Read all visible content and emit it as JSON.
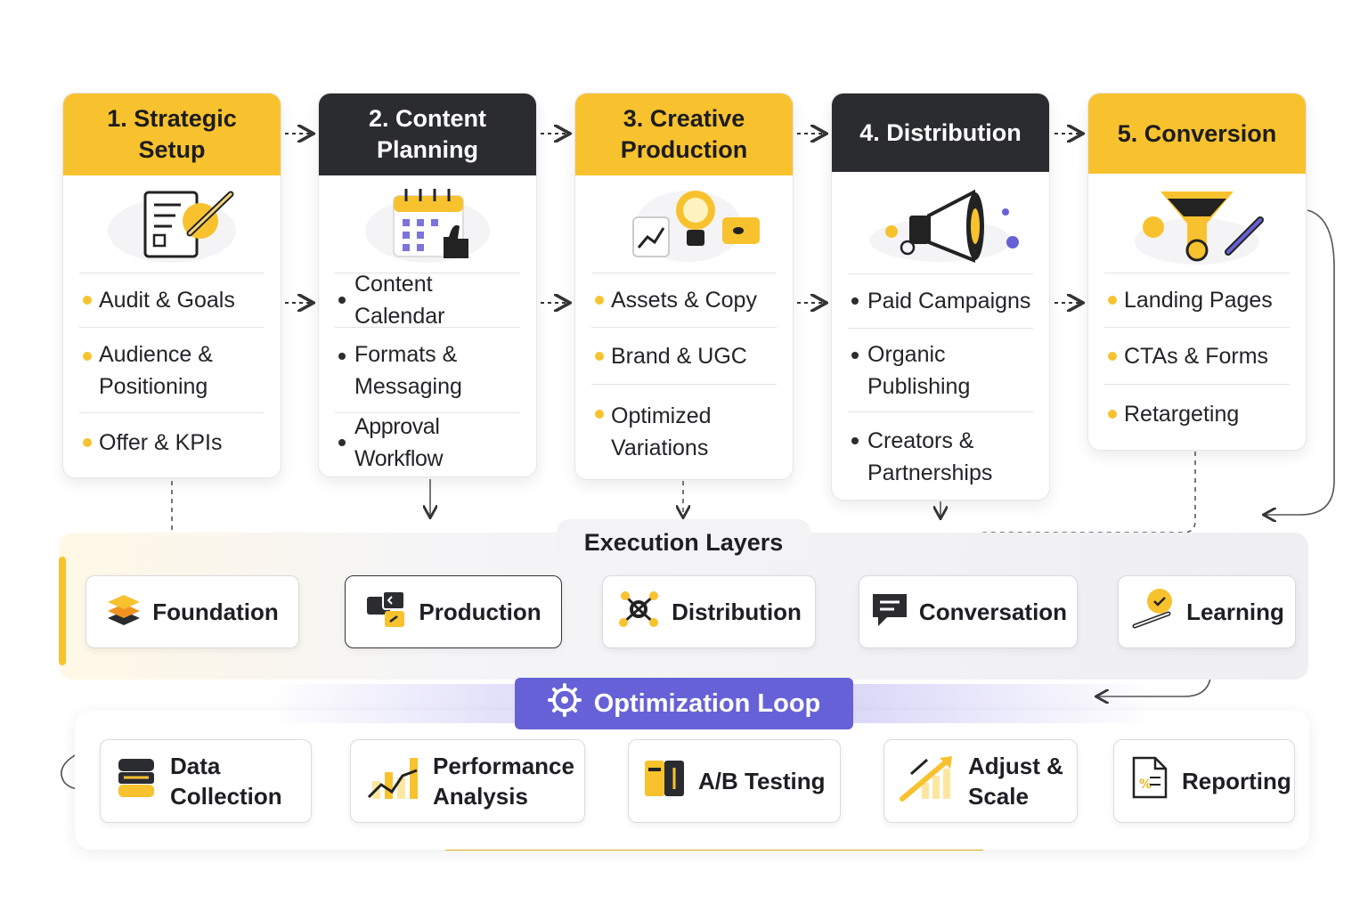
{
  "phases": [
    {
      "title": "1. Strategic Setup",
      "items": [
        "Audit & Goals",
        "Audience & Positioning",
        "Offer & KPIs"
      ],
      "icon": "checklist-pencil-icon"
    },
    {
      "title": "2. Content Planning",
      "items": [
        "Content Calendar",
        "Formats & Messaging",
        "Approval Workflow"
      ],
      "icon": "calendar-thumbs-up-icon"
    },
    {
      "title": "3. Creative Production",
      "items": [
        "Assets & Copy",
        "Brand & UGC",
        "Optimized Variations"
      ],
      "icon": "lightbulb-icon"
    },
    {
      "title": "4. Distribution",
      "items": [
        "Paid Campaigns",
        "Organic Publishing",
        "Creators & Partnerships"
      ],
      "icon": "megaphone-icon"
    },
    {
      "title": "5. Conversion",
      "items": [
        "Landing Pages",
        "CTAs & Forms",
        "Retargeting"
      ],
      "icon": "funnel-icon"
    }
  ],
  "execution": {
    "title": "Execution Layers",
    "layers": [
      {
        "label": "Foundation",
        "icon": "layers-icon"
      },
      {
        "label": "Production",
        "icon": "media-icon"
      },
      {
        "label": "Distribution",
        "icon": "network-icon"
      },
      {
        "label": "Conversation",
        "icon": "chat-icon"
      },
      {
        "label": "Learning",
        "icon": "lightbulb-key-icon"
      }
    ]
  },
  "optimization": {
    "title": "Optimization Loop",
    "icon": "gear-icon",
    "steps": [
      {
        "label": "Data Collection",
        "icon": "database-icon"
      },
      {
        "label": "Performance Analysis",
        "icon": "bar-chart-icon"
      },
      {
        "label": "A/B Testing",
        "icon": "ab-test-icon"
      },
      {
        "label": "Adjust & Scale",
        "icon": "growth-icon"
      },
      {
        "label": "Reporting",
        "icon": "report-icon"
      }
    ]
  },
  "colors": {
    "yellow": "#f8c22f",
    "dark": "#2b2c30",
    "purple": "#6661d6"
  }
}
